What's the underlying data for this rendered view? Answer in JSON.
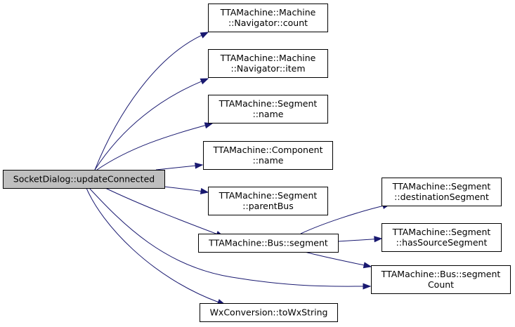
{
  "root": {
    "id": "root",
    "lines": [
      "SocketDialog::updateConnected"
    ]
  },
  "nodes": [
    {
      "id": "mn_count",
      "lines": [
        "TTAMachine::Machine",
        "::Navigator::count"
      ]
    },
    {
      "id": "mn_item",
      "lines": [
        "TTAMachine::Machine",
        "::Navigator::item"
      ]
    },
    {
      "id": "seg_name",
      "lines": [
        "TTAMachine::Segment",
        "::name"
      ]
    },
    {
      "id": "comp_name",
      "lines": [
        "TTAMachine::Component",
        "::name"
      ]
    },
    {
      "id": "seg_parentbus",
      "lines": [
        "TTAMachine::Segment",
        "::parentBus"
      ]
    },
    {
      "id": "bus_segment",
      "lines": [
        "TTAMachine::Bus::segment"
      ]
    },
    {
      "id": "wx_tostring",
      "lines": [
        "WxConversion::toWxString"
      ]
    },
    {
      "id": "seg_dest",
      "lines": [
        "TTAMachine::Segment",
        "::destinationSegment"
      ]
    },
    {
      "id": "seg_hassource",
      "lines": [
        "TTAMachine::Segment",
        "::hasSourceSegment"
      ]
    },
    {
      "id": "bus_segcount",
      "lines": [
        "TTAMachine::Bus::segment",
        "Count"
      ]
    }
  ],
  "edges": [
    {
      "from": "root",
      "to": "mn_count"
    },
    {
      "from": "root",
      "to": "mn_item"
    },
    {
      "from": "root",
      "to": "seg_name"
    },
    {
      "from": "root",
      "to": "comp_name"
    },
    {
      "from": "root",
      "to": "seg_parentbus"
    },
    {
      "from": "root",
      "to": "bus_segment"
    },
    {
      "from": "root",
      "to": "bus_segcount"
    },
    {
      "from": "root",
      "to": "wx_tostring"
    },
    {
      "from": "bus_segment",
      "to": "seg_dest"
    },
    {
      "from": "bus_segment",
      "to": "seg_hassource"
    },
    {
      "from": "bus_segment",
      "to": "bus_segcount"
    }
  ],
  "colors": {
    "edge": "#191970",
    "root_fill": "#bfbfbf",
    "node_fill": "#ffffff",
    "border": "#000000"
  }
}
